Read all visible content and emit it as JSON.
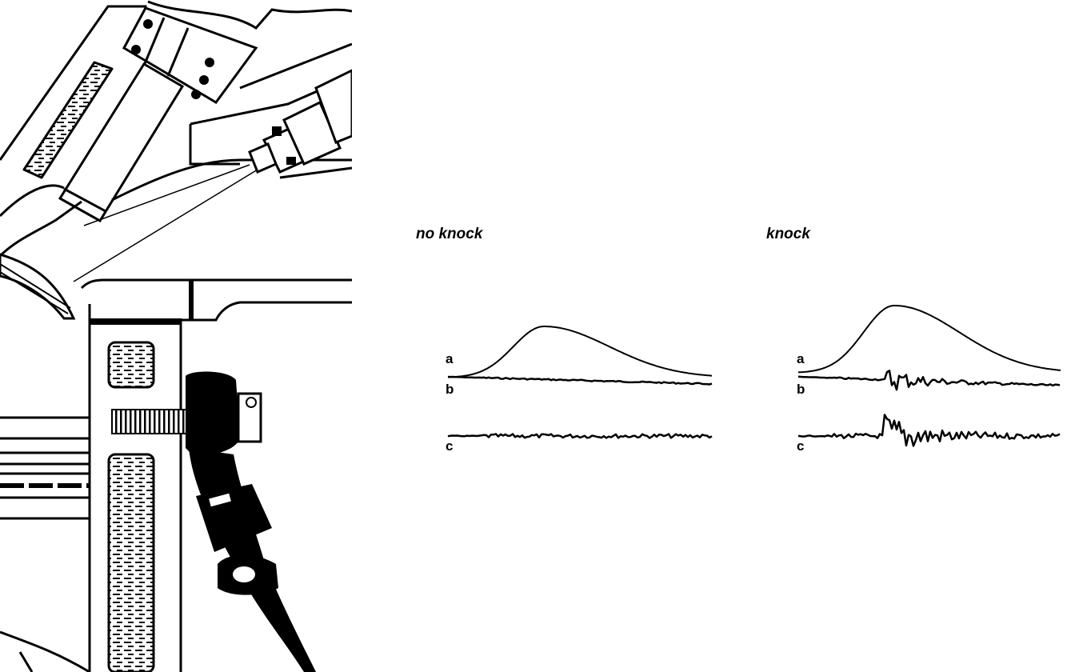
{
  "panels": [
    {
      "id": "no-knock",
      "title": "no knock",
      "traces": [
        {
          "label": "a"
        },
        {
          "label": "b"
        },
        {
          "label": "c"
        }
      ]
    },
    {
      "id": "knock",
      "title": "knock",
      "traces": [
        {
          "label": "a"
        },
        {
          "label": "b"
        },
        {
          "label": "c"
        }
      ]
    }
  ],
  "colors": {
    "ink": "#000000",
    "paper": "#ffffff"
  }
}
